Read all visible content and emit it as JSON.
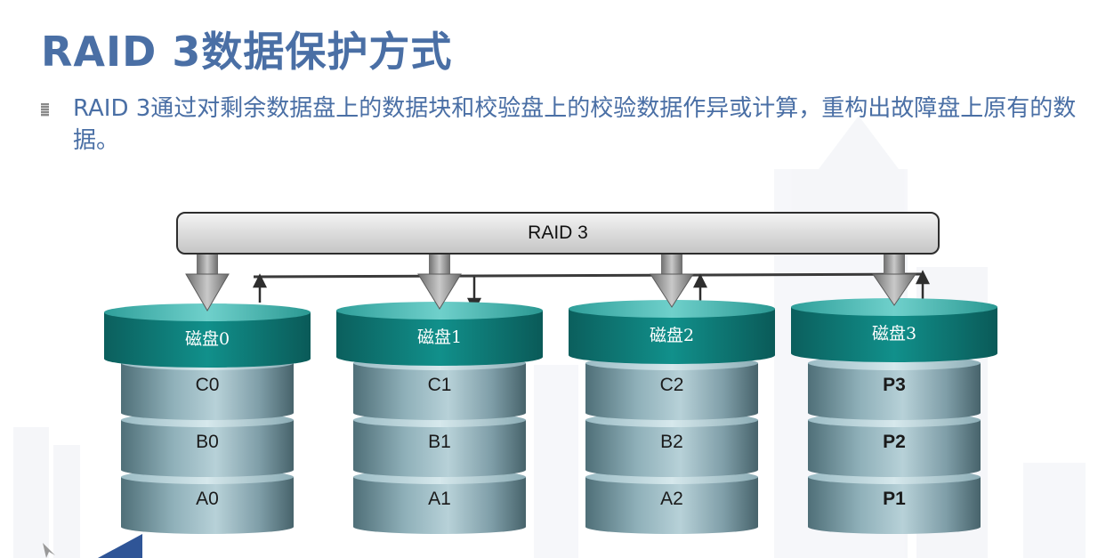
{
  "title": "RAID 3数据保护方式",
  "bullet": {
    "icon": "bullet-square-icon",
    "text": "RAID  3通过对剩余数据盘上的数据块和校验盘上的校验数据作异或计算，重构出故障盘上原有的数据。"
  },
  "raid_bar": {
    "label": "RAID 3"
  },
  "colors": {
    "title": "#4a6fa5",
    "disk_header": "#0f7b78",
    "disk_block": "#8fb6c0",
    "arrow": "#8c8c8c"
  },
  "disks": [
    {
      "label": "磁盘0",
      "blocks": [
        "C0",
        "B0",
        "A0"
      ],
      "parity": false
    },
    {
      "label": "磁盘1",
      "blocks": [
        "C1",
        "B1",
        "A1"
      ],
      "parity": false
    },
    {
      "label": "磁盘2",
      "blocks": [
        "C2",
        "B2",
        "A2"
      ],
      "parity": false
    },
    {
      "label": "磁盘3",
      "blocks": [
        "P3",
        "P2",
        "P1"
      ],
      "parity": true
    }
  ]
}
